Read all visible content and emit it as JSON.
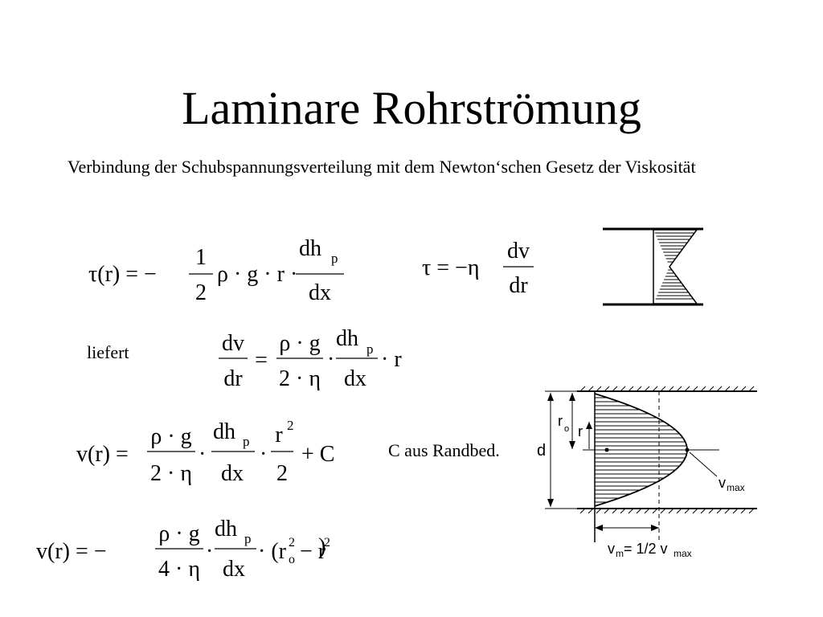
{
  "slide": {
    "title": "Laminare Rohrströmung",
    "intro": "Verbindung der Schubspannungsverteilung mit dem Newton‘schen Gesetz der Viskosität",
    "label_liefert": "liefert",
    "label_randbed": "C aus Randbed."
  },
  "eq1": {
    "lhs": "τ(r) = −",
    "frac1_num": "1",
    "frac1_den": "2",
    "mid": "ρ · g · r ·",
    "frac2_num": "dh",
    "frac2_num_sub": "p",
    "frac2_den": "dx"
  },
  "eq2": {
    "lhs": "τ = −η",
    "frac_num": "dv",
    "frac_den": "dr"
  },
  "eq3": {
    "frac1_num": "dv",
    "frac1_den": "dr",
    "eq": "=",
    "frac2_num": "ρ · g",
    "frac2_den": "2 · η",
    "dot1": "·",
    "frac3_num": "dh",
    "frac3_num_sub": "p",
    "frac3_den": "dx",
    "tail": "· r"
  },
  "eq4": {
    "lhs": "v(r) =",
    "frac1_num": "ρ · g",
    "frac1_den": "2 · η",
    "dot1": "·",
    "frac2_num": "dh",
    "frac2_num_sub": "p",
    "frac2_den": "dx",
    "dot2": "·",
    "frac3_num": "r",
    "frac3_num_sup": "2",
    "frac3_den": "2",
    "tail": "+ C"
  },
  "eq5": {
    "lhs": "v(r) = −",
    "frac1_num": "ρ · g",
    "frac1_den": "4 · η",
    "dot1": "·",
    "frac2_num": "dh",
    "frac2_num_sub": "p",
    "frac2_den": "dx",
    "tail_open": "· (r",
    "tail_sup1": "2",
    "tail_sub1": "o",
    "tail_minus": "− r",
    "tail_sup2": "2",
    "tail_close": ")"
  },
  "profile_figure": {
    "label_d": "d",
    "label_ro": "r",
    "label_ro_sub": "o",
    "label_r": "r",
    "label_vmax": "v",
    "label_vmax_sub": "max",
    "label_vm": "v",
    "label_vm_sub": "m",
    "label_vm_eq": "= 1/2 v",
    "label_vm_eq_sub": "max"
  }
}
